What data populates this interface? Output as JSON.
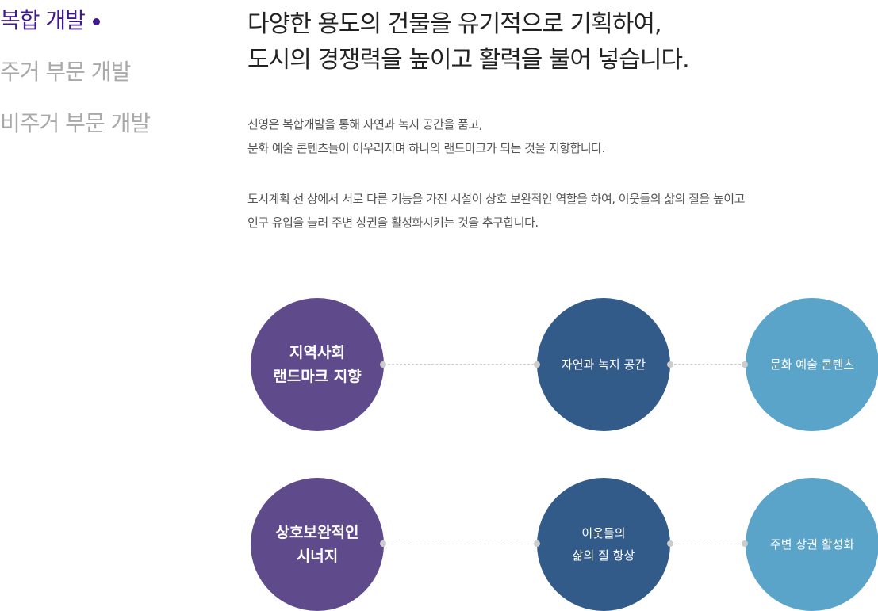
{
  "nav": [
    {
      "label": "복합 개발",
      "active": true
    },
    {
      "label": "주거 부문 개발"
    },
    {
      "label": "비주거 부문 개발"
    }
  ],
  "heading": {
    "line1": "다양한 용도의 건물을 유기적으로 기획하여,",
    "line2": "도시의 경쟁력을 높이고 활력을 불어 넣습니다."
  },
  "para1": {
    "line1": "신영은 복합개발을 통해 자연과 녹지 공간을 품고,",
    "line2": "문화 예술 콘텐츠들이 어우러지며 하나의 랜드마크가 되는 것을 지향합니다."
  },
  "para2": {
    "line1": "도시계획 선 상에서  서로 다른 기능을 가진 시설이 상호 보완적인 역할을 하여, 이웃들의 삶의 질을 높이고",
    "line2": "인구 유입을 늘려 주변 상권을 활성화시키는 것을 추구합니다."
  },
  "row1": {
    "main": "지역사회\n랜드마크 지향",
    "mid": "자연과 녹지 공간",
    "right": "문화 예술 콘텐츠"
  },
  "row2": {
    "main": "상호보완적인\n시너지",
    "mid": "이웃들의\n삶의 질 향상",
    "right": "주변 상권 활성화"
  },
  "colors": {
    "purple": "#5f4b8b",
    "blue": "#335b8a",
    "light": "#5ba4c9"
  }
}
